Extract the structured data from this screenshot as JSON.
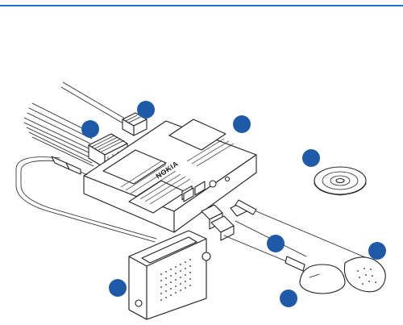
{
  "colors": {
    "accent_line": "#1f6fd1",
    "callout": "#1f5aa8",
    "outline": "#222222"
  },
  "device": {
    "brand_label": "NOKIA"
  },
  "callouts": [
    {
      "id": "callout-1"
    },
    {
      "id": "callout-2"
    },
    {
      "id": "callout-3"
    },
    {
      "id": "callout-4"
    },
    {
      "id": "callout-5"
    },
    {
      "id": "callout-6"
    },
    {
      "id": "callout-7"
    },
    {
      "id": "callout-8"
    }
  ]
}
